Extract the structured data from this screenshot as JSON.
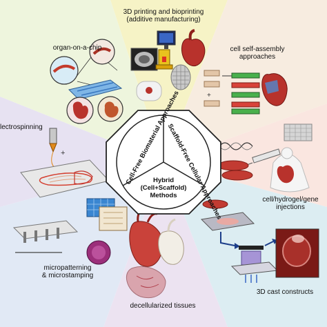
{
  "center": {
    "sector_left": "Cell-Free Biomaterial Approaches",
    "sector_right": "Scaffold-Free Cellular Approaches",
    "sector_bottom_line1": "Hybrid",
    "sector_bottom_line2": "(Cell+Scaffold)",
    "sector_bottom_line3": "Methods"
  },
  "labels": {
    "printing_line1": "3D printing and bioprinting",
    "printing_line2": "(additive manufacturing)",
    "organ_chip": "organ-on-a-chip",
    "self_assembly_line1": "cell self-assembly",
    "self_assembly_line2": "approaches",
    "electrospinning": "lectrospinning",
    "injections_line1": "cell/hydrogel/gene",
    "injections_line2": "injections",
    "micropatterning_line1": "micropatterning",
    "micropatterning_line2": "& microstamping",
    "cast_constructs": "3D cast constructs",
    "decell": "decellularized tissues"
  },
  "colors": {
    "wedge_top": "#f6f3c6",
    "wedge_topright": "#f8e6d6",
    "wedge_right": "#f9e0d8",
    "wedge_bottomright": "#dbeef2",
    "wedge_bottom": "#eae0f0",
    "wedge_bottomleft": "#dde8f4",
    "wedge_left": "#e6e1f1",
    "wedge_topleft": "#eef6dc",
    "heart": "#b8322c",
    "accent_blue": "#2e6db6"
  }
}
